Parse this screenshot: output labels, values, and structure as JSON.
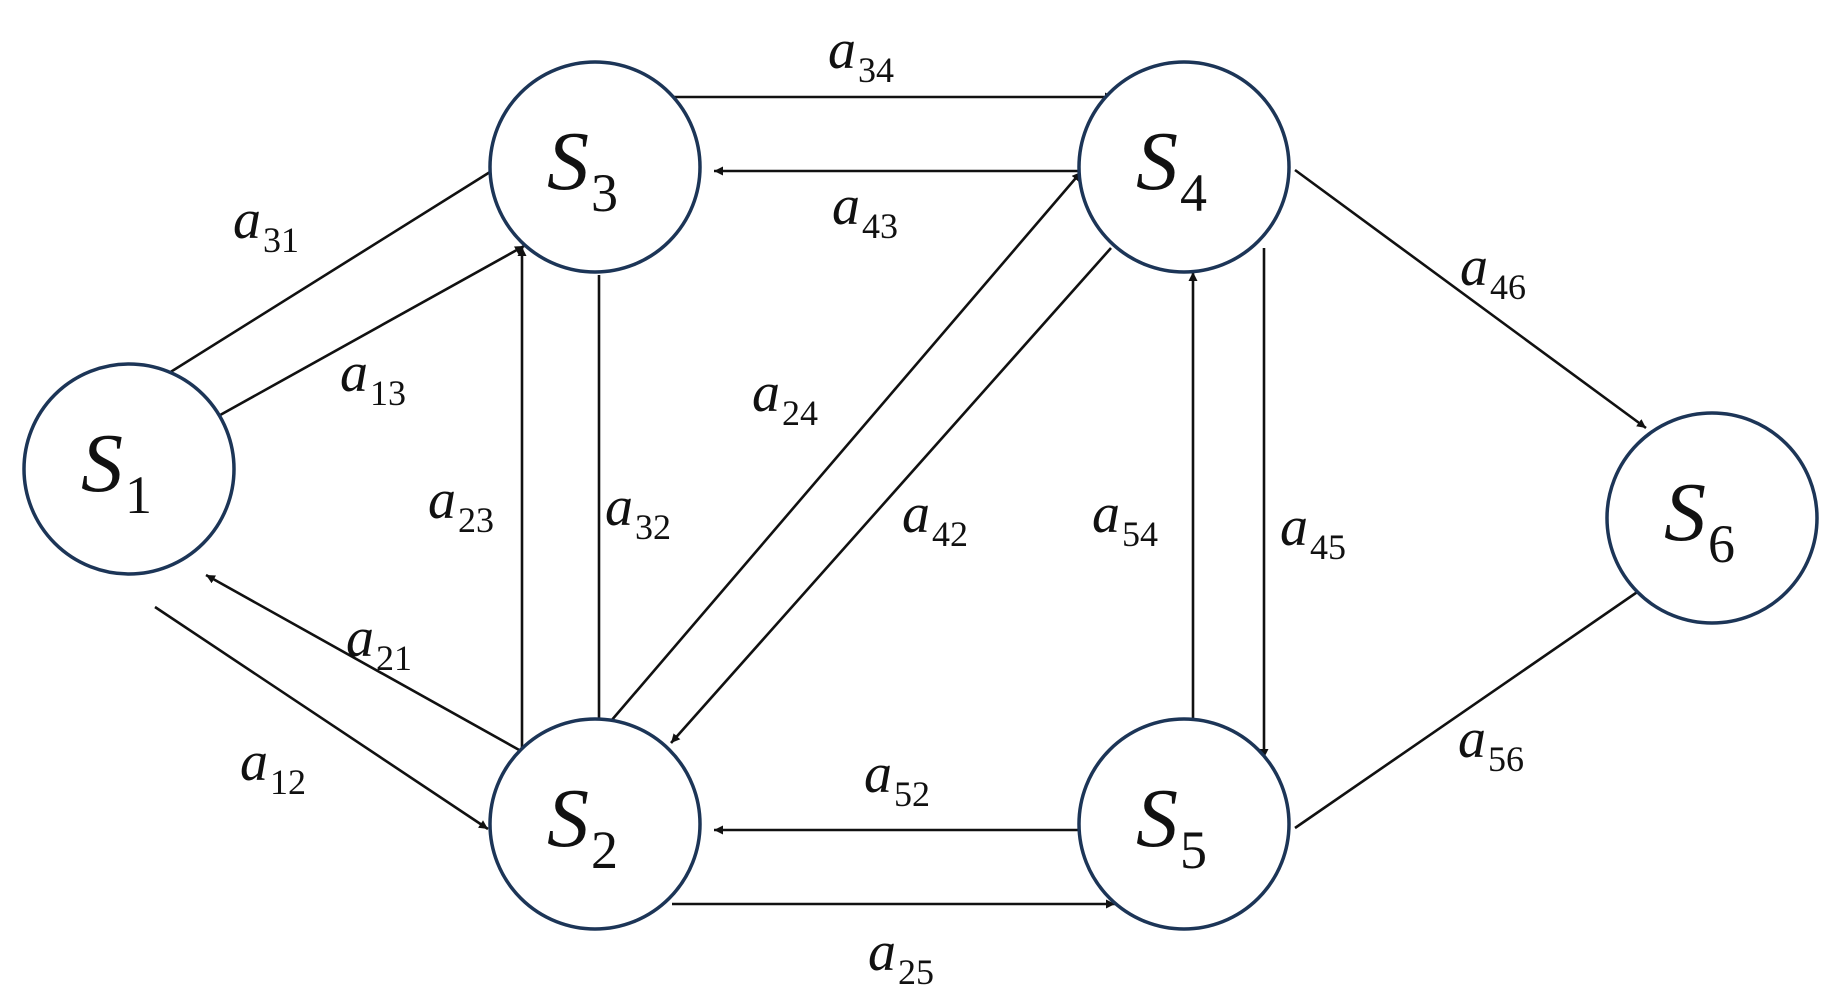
{
  "states": [
    {
      "id": "S1",
      "letter": "S",
      "sub": "1"
    },
    {
      "id": "S2",
      "letter": "S",
      "sub": "2"
    },
    {
      "id": "S3",
      "letter": "S",
      "sub": "3"
    },
    {
      "id": "S4",
      "letter": "S",
      "sub": "4"
    },
    {
      "id": "S5",
      "letter": "S",
      "sub": "5"
    },
    {
      "id": "S6",
      "letter": "S",
      "sub": "6"
    }
  ],
  "transitions": [
    {
      "id": "a31",
      "from": "S3",
      "to": "S1",
      "letter": "a",
      "sub": "31"
    },
    {
      "id": "a13",
      "from": "S1",
      "to": "S3",
      "letter": "a",
      "sub": "13"
    },
    {
      "id": "a12",
      "from": "S1",
      "to": "S2",
      "letter": "a",
      "sub": "12"
    },
    {
      "id": "a21",
      "from": "S2",
      "to": "S1",
      "letter": "a",
      "sub": "21"
    },
    {
      "id": "a23",
      "from": "S2",
      "to": "S3",
      "letter": "a",
      "sub": "23"
    },
    {
      "id": "a32",
      "from": "S3",
      "to": "S2",
      "letter": "a",
      "sub": "32"
    },
    {
      "id": "a34",
      "from": "S3",
      "to": "S4",
      "letter": "a",
      "sub": "34"
    },
    {
      "id": "a43",
      "from": "S4",
      "to": "S3",
      "letter": "a",
      "sub": "43"
    },
    {
      "id": "a24",
      "from": "S2",
      "to": "S4",
      "letter": "a",
      "sub": "24"
    },
    {
      "id": "a42",
      "from": "S4",
      "to": "S2",
      "letter": "a",
      "sub": "42"
    },
    {
      "id": "a25",
      "from": "S2",
      "to": "S5",
      "letter": "a",
      "sub": "25"
    },
    {
      "id": "a52",
      "from": "S5",
      "to": "S2",
      "letter": "a",
      "sub": "52"
    },
    {
      "id": "a45",
      "from": "S4",
      "to": "S5",
      "letter": "a",
      "sub": "45"
    },
    {
      "id": "a54",
      "from": "S5",
      "to": "S4",
      "letter": "a",
      "sub": "54"
    },
    {
      "id": "a46",
      "from": "S4",
      "to": "S6",
      "letter": "a",
      "sub": "46"
    },
    {
      "id": "a56",
      "from": "S5",
      "to": "S6",
      "letter": "a",
      "sub": "56"
    }
  ],
  "colors": {
    "node_stroke": "#1c3557",
    "edge": "#111111",
    "background": "#ffffff"
  }
}
